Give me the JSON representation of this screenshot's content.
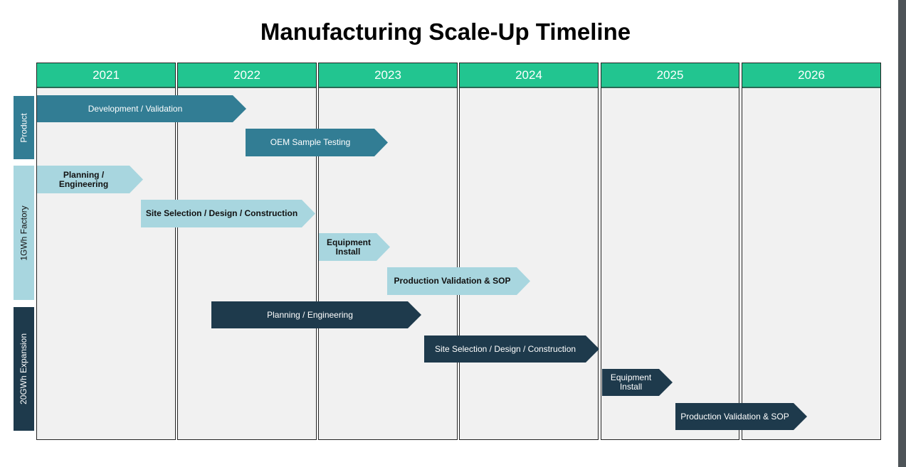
{
  "title": "Manufacturing Scale-Up Timeline",
  "years": [
    "2021",
    "2022",
    "2023",
    "2024",
    "2025",
    "2026"
  ],
  "categories": [
    {
      "label": "Product",
      "color": "#327d94"
    },
    {
      "label": "1GWh Factory",
      "color": "#a8d6df"
    },
    {
      "label": "20GWh Expansion",
      "color": "#1e3a4c"
    }
  ],
  "tasks": [
    {
      "label": "Development / Validation",
      "category": "Product"
    },
    {
      "label": "OEM Sample Testing",
      "category": "Product"
    },
    {
      "label": "Planning / Engineering",
      "category": "1GWh Factory"
    },
    {
      "label": "Site Selection / Design / Construction",
      "category": "1GWh Factory"
    },
    {
      "label": "Equipment Install",
      "category": "1GWh Factory"
    },
    {
      "label": "Production Validation  & SOP",
      "category": "1GWh Factory"
    },
    {
      "label": "Planning / Engineering",
      "category": "20GWh Expansion"
    },
    {
      "label": "Site Selection / Design / Construction",
      "category": "20GWh Expansion"
    },
    {
      "label": "Equipment Install",
      "category": "20GWh Expansion"
    },
    {
      "label": "Production Validation  & SOP",
      "category": "20GWh Expansion"
    }
  ],
  "header_color": "#22c590"
}
